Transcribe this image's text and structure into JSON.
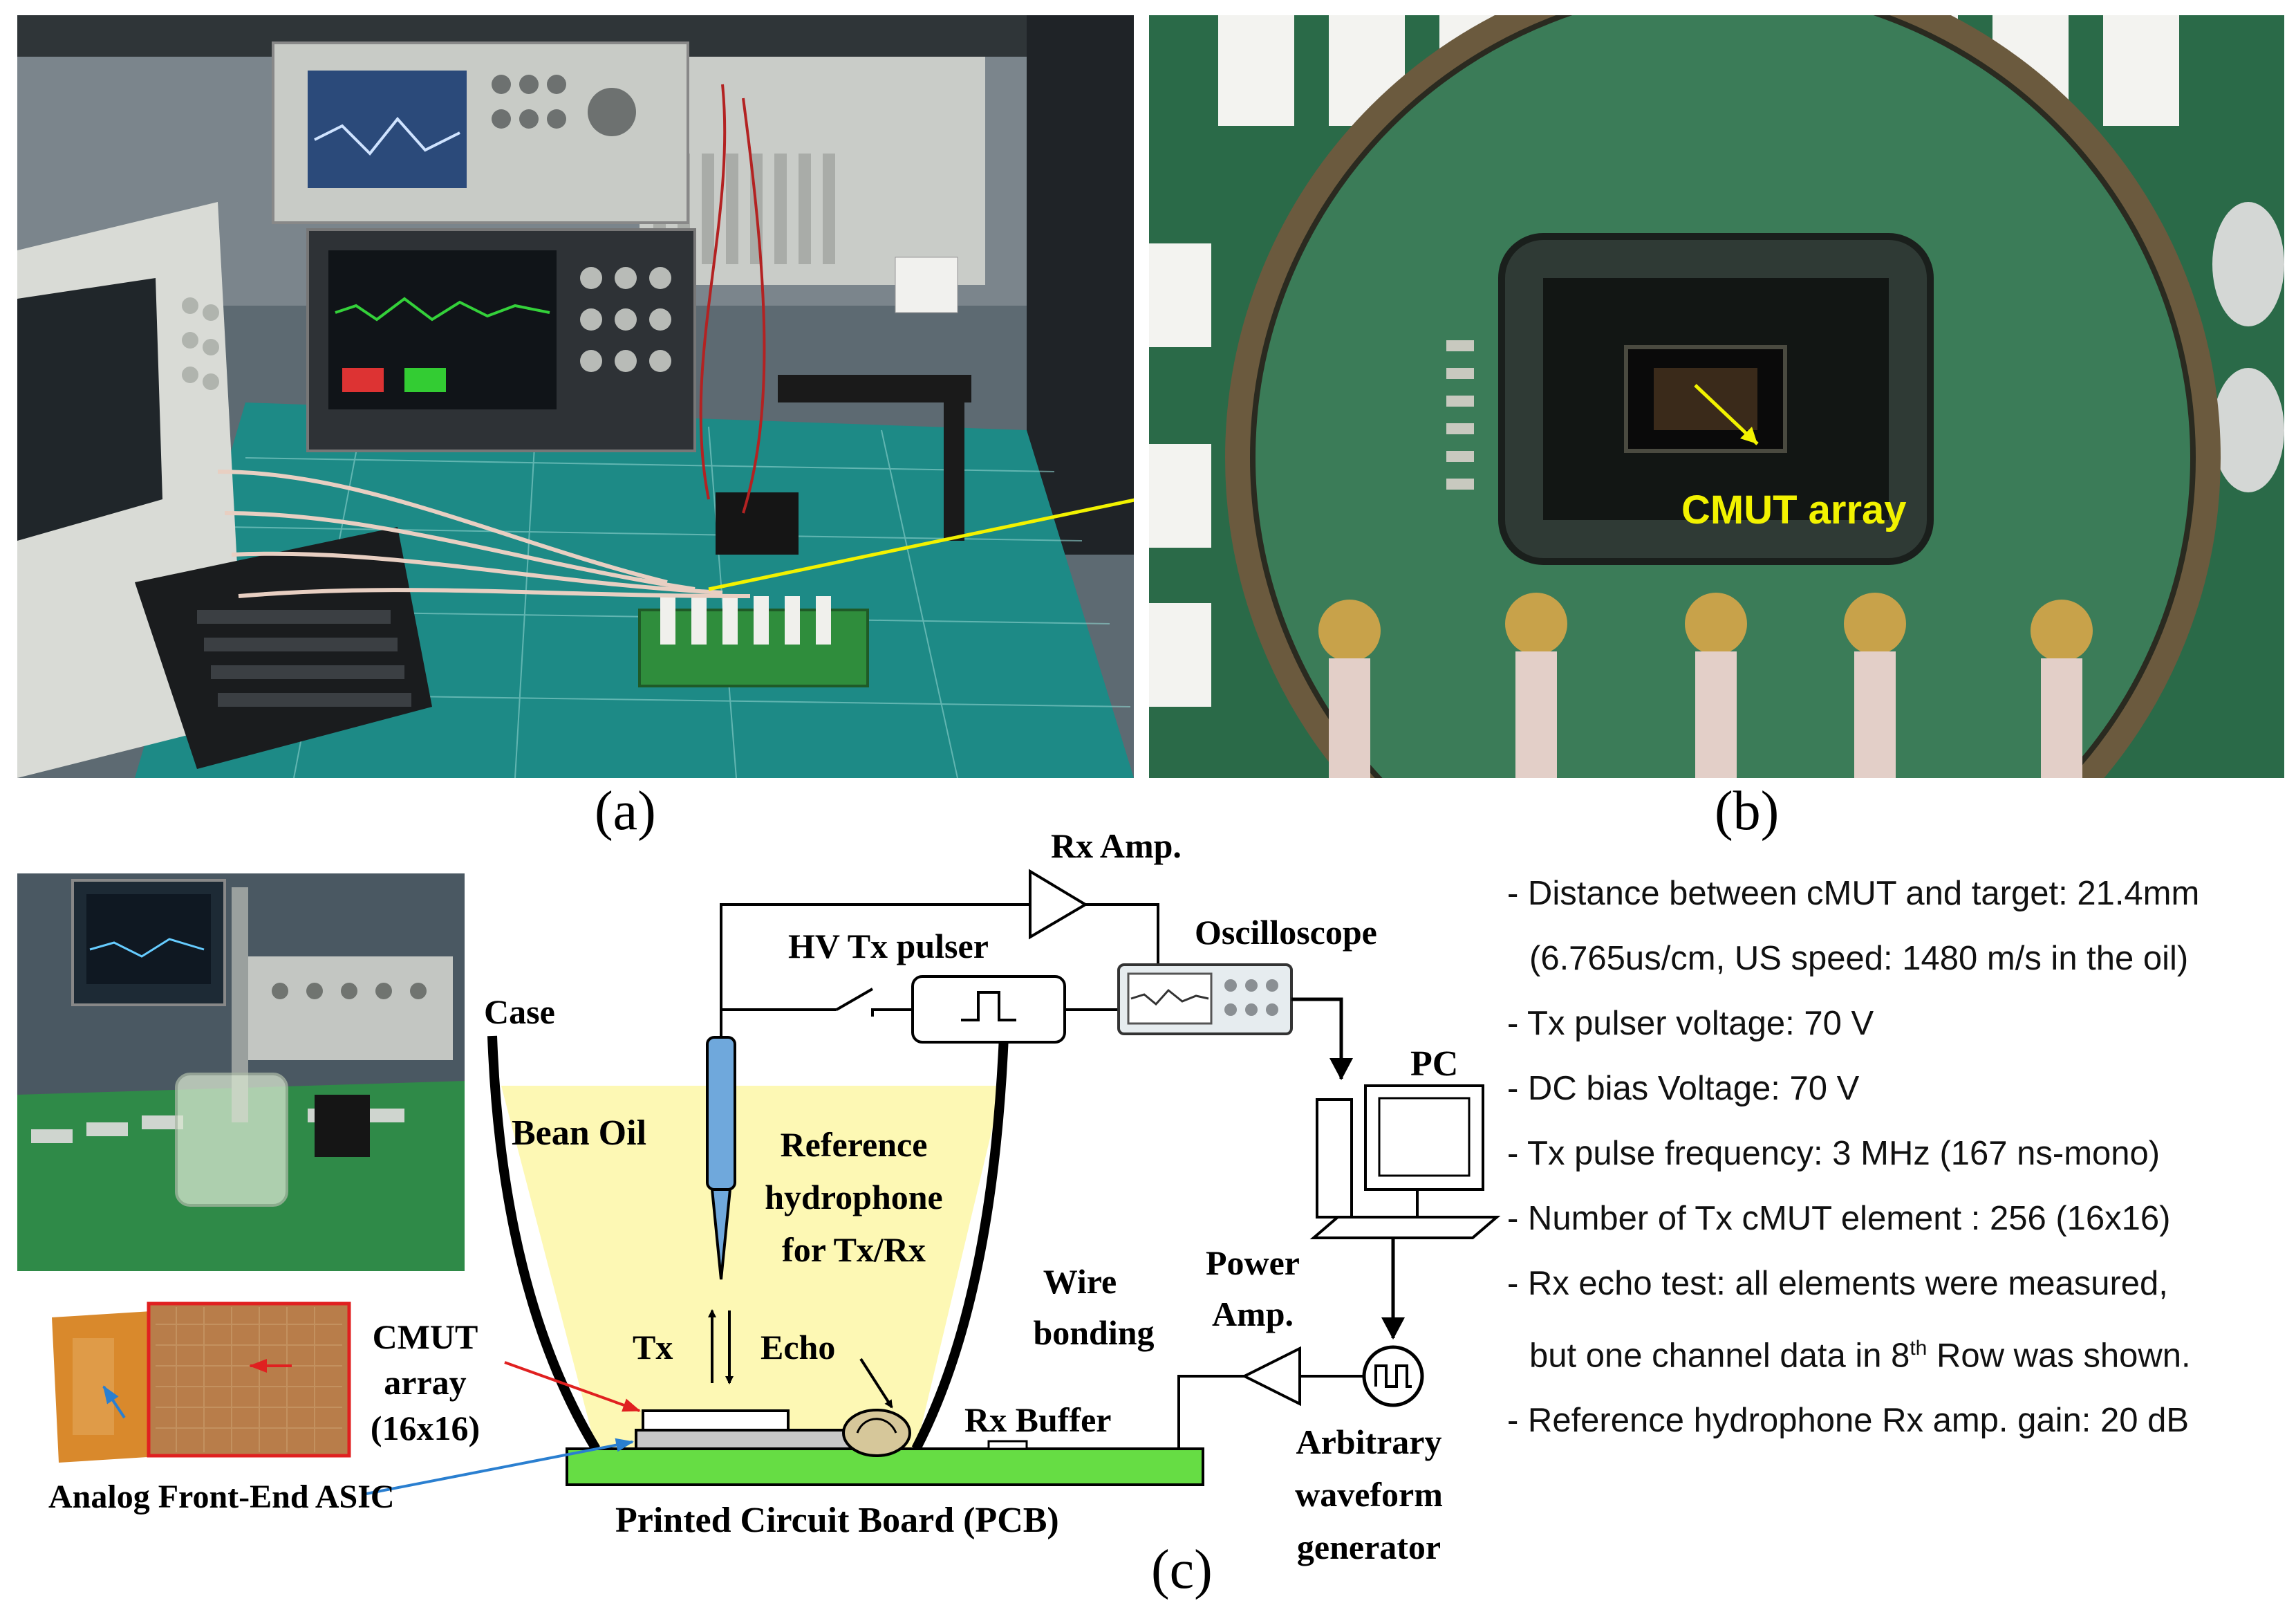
{
  "panels": {
    "a": "(a)",
    "b": "(b)",
    "c": "(c)"
  },
  "photo_b_label": "CMUT array",
  "diagram": {
    "rx_amp": "Rx Amp.",
    "hv_tx_pulser": "HV Tx pulser",
    "oscilloscope": "Oscilloscope",
    "case": "Case",
    "bean_oil": "Bean Oil",
    "reference_hydrophone": [
      "Reference",
      "hydrophone",
      "for Tx/Rx"
    ],
    "pc": "PC",
    "tx": "Tx",
    "echo": "Echo",
    "wire_bonding": [
      "Wire",
      "bonding"
    ],
    "power_amp": [
      "Power",
      "Amp."
    ],
    "cmut_array": [
      "CMUT",
      "array",
      "(16x16)"
    ],
    "rx_buffer": "Rx Buffer",
    "arbitrary_waveform_generator": [
      "Arbitrary",
      "waveform",
      "generator"
    ],
    "analog_front_end": "Analog Front-End ASIC",
    "pcb": "Printed Circuit Board (PCB)"
  },
  "specs": [
    "- Distance between cMUT and target: 21.4mm",
    "  (6.765us/cm, US speed: 1480 m/s in the oil)",
    "- Tx pulser voltage: 70 V",
    "- DC bias Voltage: 70 V",
    "- Tx pulse frequency: 3 MHz (167 ns-mono)",
    "- Number of Tx cMUT element : 256 (16x16)",
    "- Rx echo test: all elements were measured,",
    "  but one channel data in 8",
    "th",
    " Row was shown.",
    "- Reference hydrophone Rx amp. gain: 20 dB"
  ],
  "colors": {
    "oil": "#fdf8b4",
    "pcb": "#66dd44",
    "annotation_yellow": "#f2f200",
    "arrow_red": "#e02020",
    "arrow_blue": "#2a7fd0",
    "hydrophone": "#6fa8dc"
  }
}
